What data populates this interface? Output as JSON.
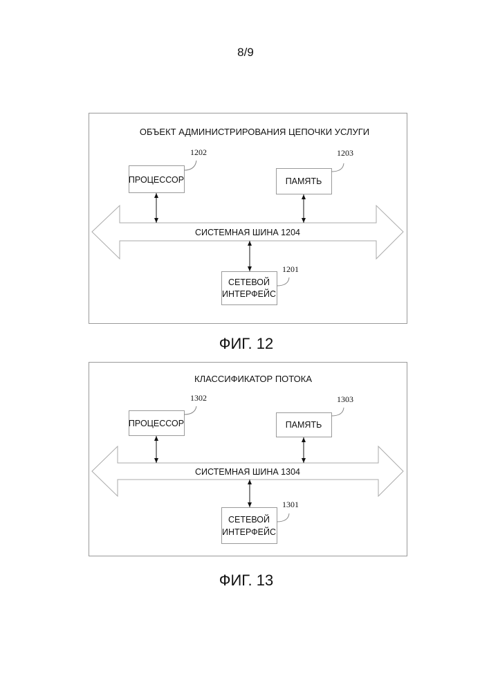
{
  "page_number": "8/9",
  "figures": [
    {
      "caption": "ФИГ. 12",
      "title": "ОБЪЕКТ АДМИНИСТРИРОВАНИЯ ЦЕПОЧКИ УСЛУГИ",
      "processor": {
        "label": "ПРОЦЕССОР",
        "ref": "1202"
      },
      "memory": {
        "label": "ПАМЯТЬ",
        "ref": "1203"
      },
      "bus": {
        "label": "СИСТЕМНАЯ ШИНА 1204"
      },
      "network": {
        "label_line1": "СЕТЕВОЙ",
        "label_line2": "ИНТЕРФЕЙС",
        "ref": "1201"
      }
    },
    {
      "caption": "ФИГ. 13",
      "title": "КЛАССИФИКАТОР ПОТОКА",
      "processor": {
        "label": "ПРОЦЕССОР",
        "ref": "1302"
      },
      "memory": {
        "label": "ПАМЯТЬ",
        "ref": "1303"
      },
      "bus": {
        "label": "СИСТЕМНАЯ ШИНА 1304"
      },
      "network": {
        "label_line1": "СЕТЕВОЙ",
        "label_line2": "ИНТЕРФЕЙС",
        "ref": "1301"
      }
    }
  ]
}
